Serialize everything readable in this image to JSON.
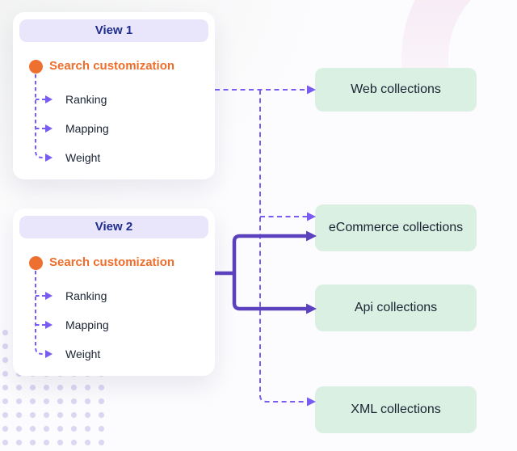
{
  "diagram": {
    "panels": [
      {
        "title": "View 1",
        "root": {
          "label": "Search customization"
        },
        "children": [
          {
            "label": "Ranking"
          },
          {
            "label": "Mapping"
          },
          {
            "label": "Weight"
          }
        ]
      },
      {
        "title": "View 2",
        "root": {
          "label": "Search customization"
        },
        "children": [
          {
            "label": "Ranking"
          },
          {
            "label": "Mapping"
          },
          {
            "label": "Weight"
          }
        ]
      }
    ],
    "collections": [
      {
        "label": "Web collections"
      },
      {
        "label": "eCommerce collections"
      },
      {
        "label": "Api collections"
      },
      {
        "label": "XML collections"
      }
    ],
    "connections": [
      {
        "from": "View 1 / Search customization",
        "to": "Web collections",
        "style": "dashed"
      },
      {
        "from": "View 1 / Search customization",
        "to": "eCommerce collections",
        "style": "dashed"
      },
      {
        "from": "View 1 / Search customization",
        "to": "XML collections",
        "style": "dashed"
      },
      {
        "from": "View 2 / Search customization",
        "to": "eCommerce collections",
        "style": "solid"
      },
      {
        "from": "View 2 / Search customization",
        "to": "Api collections",
        "style": "solid"
      }
    ],
    "colors": {
      "dashed_connector": "#7B5CF2",
      "solid_connector": "#5B41BD",
      "root_orange": "#EE7031",
      "panel_header_bg": "#E9E6FB",
      "panel_header_text": "#1F2C8C",
      "collection_bg": "#DAF0E2",
      "text_dark": "#1B2433",
      "dot_grid": "#DAD7F2",
      "ring": "#F6E8F3"
    }
  }
}
